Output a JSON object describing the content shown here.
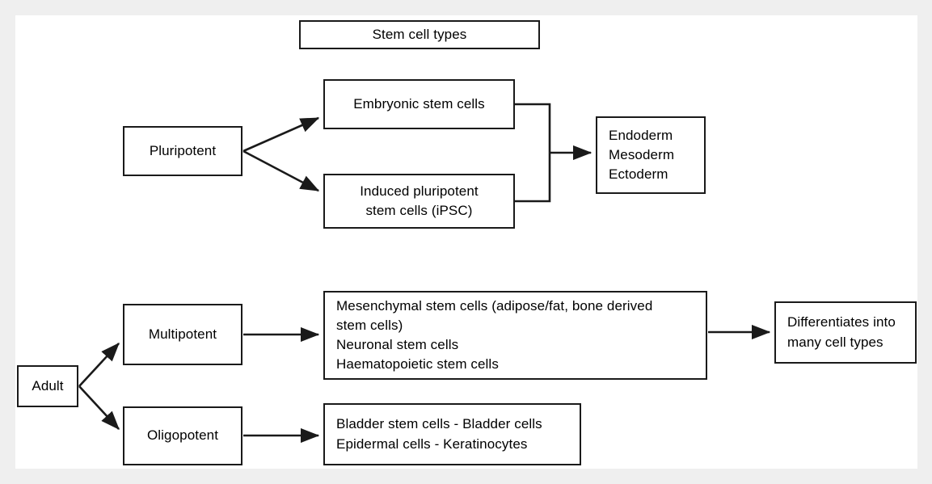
{
  "diagram": {
    "title": "Stem cell types",
    "background_color": "#efefef",
    "canvas_color": "#ffffff",
    "line_color": "#1a1a1a",
    "text_color": "#000000",
    "nodes": {
      "title": "Stem cell types",
      "pluripotent": "Pluripotent",
      "embryonic": "Embryonic stem cells",
      "ipsc": "Induced pluripotent\nstem cells (iPSC)",
      "germ_layers": "Endoderm\nMesoderm\nEctoderm",
      "adult": "Adult",
      "multipotent": "Multipotent",
      "oligopotent": "Oligopotent",
      "mesenchymal": "Mesenchymal stem cells (adipose/fat, bone derived\nstem cells)\nNeuronal stem cells\nHaematopoietic stem cells",
      "bladder": "Bladder stem cells - Bladder cells\nEpidermal cells - Keratinocytes",
      "differentiates": "Differentiates into\nmany cell types"
    },
    "edges": [
      {
        "from": "pluripotent",
        "to": "embryonic",
        "style": "diagonal-arrow"
      },
      {
        "from": "pluripotent",
        "to": "ipsc",
        "style": "diagonal-arrow"
      },
      {
        "from": "embryonic+ipsc",
        "to": "germ_layers",
        "style": "merge-bracket-arrow"
      },
      {
        "from": "adult",
        "to": "multipotent",
        "style": "diagonal-arrow"
      },
      {
        "from": "adult",
        "to": "oligopotent",
        "style": "diagonal-arrow"
      },
      {
        "from": "multipotent",
        "to": "mesenchymal",
        "style": "straight-arrow"
      },
      {
        "from": "oligopotent",
        "to": "bladder",
        "style": "straight-arrow"
      },
      {
        "from": "mesenchymal",
        "to": "differentiates",
        "style": "straight-arrow"
      }
    ]
  }
}
